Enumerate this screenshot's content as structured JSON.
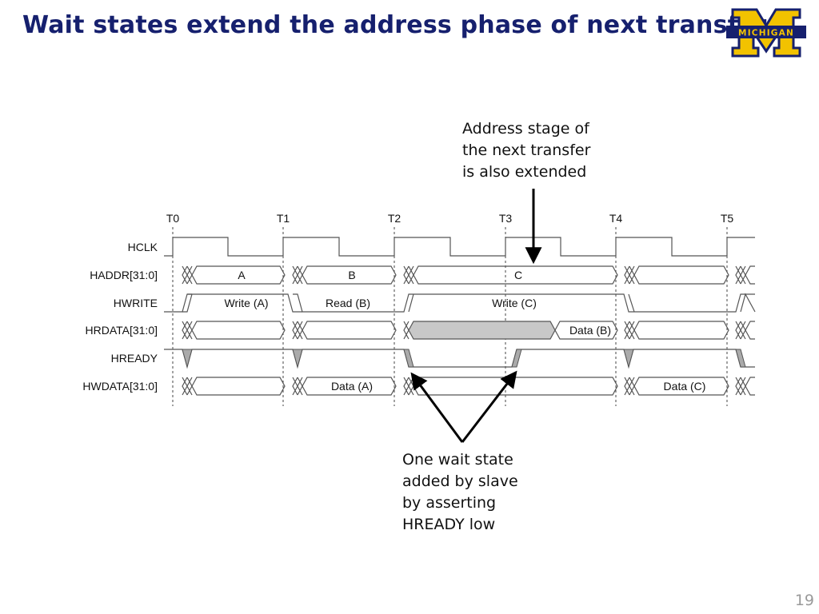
{
  "slide": {
    "title": "Wait states extend the address phase of next transfer",
    "page_number": "19",
    "colors": {
      "title": "#16206e",
      "logo_blue": "#16206e",
      "logo_maize": "#f2c200",
      "wait_fill": "#c8c8c8"
    }
  },
  "logo": {
    "text": "MICHIGAN",
    "icon": "block-m-logo"
  },
  "callouts": {
    "top": [
      "Address stage of",
      "the next transfer",
      "is also extended"
    ],
    "bottom": [
      "One wait state",
      "added by slave",
      "by asserting",
      "HREADY low"
    ]
  },
  "timing": {
    "times": [
      "T0",
      "T1",
      "T2",
      "T3",
      "T4",
      "T5"
    ],
    "signals": [
      "HCLK",
      "HADDR[31:0]",
      "HWRITE",
      "HRDATA[31:0]",
      "HREADY",
      "HWDATA[31:0]"
    ],
    "haddr": [
      "A",
      "B",
      "C"
    ],
    "hwrite": [
      "Write (A)",
      "Read (B)",
      "Write (C)"
    ],
    "hrdata": [
      "Data (B)"
    ],
    "hwdata": [
      "Data (A)",
      "Data (C)"
    ]
  }
}
